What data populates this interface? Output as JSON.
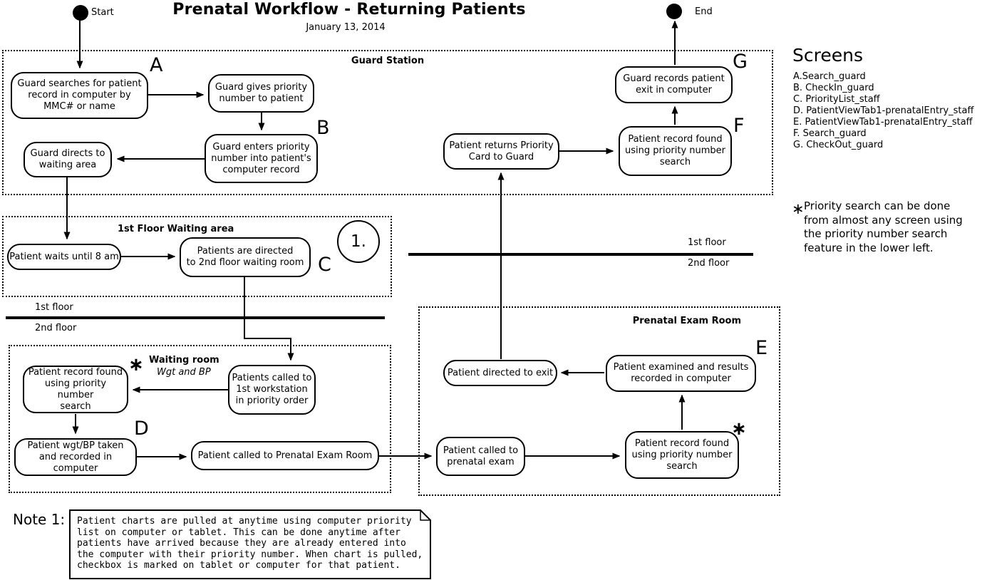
{
  "title": "Prenatal Workflow - Returning Patients",
  "date": "January 13, 2014",
  "start": {
    "label": "Start"
  },
  "end": {
    "label": "End"
  },
  "regions": {
    "guard_station": {
      "title": "Guard Station"
    },
    "first_floor_waiting": {
      "title": "1st Floor Waiting area"
    },
    "waiting_room": {
      "title": "Waiting room",
      "subtitle": "Wgt and BP"
    },
    "prenatal_exam_room": {
      "title": "Prenatal Exam Room"
    }
  },
  "nodes": {
    "search_guard": {
      "label": "Guard searches for patient\nrecord in computer by\nMMC# or name",
      "tag": "A"
    },
    "gives_priority": {
      "label": "Guard gives priority\nnumber to patient"
    },
    "enters_priority": {
      "label": "Guard enters priority\nnumber into patient's\ncomputer record",
      "tag": "B"
    },
    "directs_waiting": {
      "label": "Guard directs to\nwaiting area"
    },
    "waits_8am": {
      "label": "Patient waits until 8 am"
    },
    "directed_2nd_floor": {
      "label": "Patients are directed\nto 2nd floor waiting room",
      "tag": "C"
    },
    "called_workstation": {
      "label": "Patients called to\n1st workstation\nin priority order"
    },
    "record_found_waiting": {
      "label": "Patient record found\nusing priority number\nsearch"
    },
    "wgt_bp_taken": {
      "label": "Patient wgt/BP taken\nand recorded in computer",
      "tag": "D"
    },
    "called_exam_room": {
      "label": "Patient called to Prenatal Exam Room"
    },
    "called_prenatal": {
      "label": "Patient called to\nprenatal exam"
    },
    "record_found_exam": {
      "label": "Patient record found\nusing priority number\nsearch"
    },
    "examined": {
      "label": "Patient examined and results\nrecorded in computer",
      "tag": "E"
    },
    "directed_exit": {
      "label": "Patient directed to exit"
    },
    "returns_card": {
      "label": "Patient returns Priority\nCard to Guard"
    },
    "record_found_guard": {
      "label": "Patient record found\nusing priority number\nsearch",
      "tag": "F"
    },
    "records_exit": {
      "label": "Guard records patient\nexit in computer",
      "tag": "G"
    }
  },
  "circle_marker": {
    "label": "1."
  },
  "annotations": {
    "star": "∗"
  },
  "floors": {
    "first": "1st floor",
    "second": "2nd floor"
  },
  "screens": {
    "title": "Screens",
    "items": [
      "A.Search_guard",
      "B. CheckIn_guard",
      "C. PriorityList_staff",
      "D. PatientViewTab1-prenatalEntry_staff",
      "E. PatientViewTab1-prenatalEntry_staff",
      "F. Search_guard",
      "G. CheckOut_guard"
    ]
  },
  "star_note": {
    "bullet": "∗",
    "text": "Priority search can be done\nfrom almost any screen using\nthe priority number search\nfeature in the lower left."
  },
  "note1": {
    "label": "Note 1:",
    "text": "Patient charts are pulled at anytime using computer priority\nlist on computer or tablet. This can be done anytime after\npatients have arrived because they are already entered into\nthe computer with their priority number. When chart is pulled,\ncheckbox is marked on tablet or computer for that patient."
  },
  "colors": {
    "ink": "#000000",
    "background": "#ffffff"
  }
}
